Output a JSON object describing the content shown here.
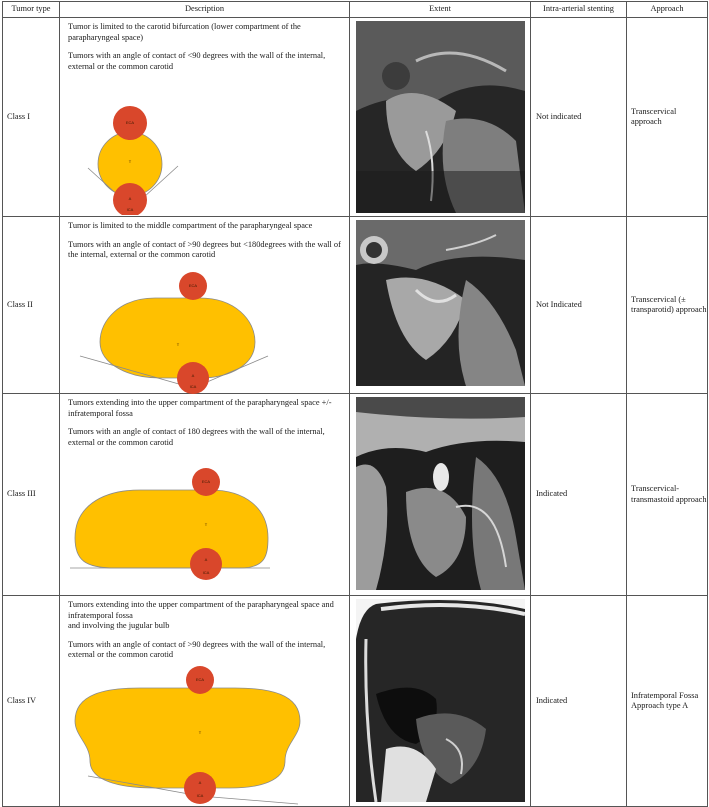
{
  "headers": {
    "tumor_type": "Tumor type",
    "description": "Description",
    "extent": "Extent",
    "stenting": "Intra-arterial stenting",
    "approach": "Approach"
  },
  "rows": [
    {
      "type": "Class I",
      "desc1": "Tumor is limited to the carotid bifurcation (lower compartment of the parapharyngeal space)",
      "desc2": "Tumors with an angle of contact of <90 degrees with the wall of the internal, external or the common carotid",
      "stenting": "Not indicated",
      "approach": "Transcervical approach"
    },
    {
      "type": "Class II",
      "desc1": "Tumor is limited to the middle compartment of the parapharyngeal space",
      "desc2": "Tumors with an angle of contact of >90 degrees but <180degrees with the wall of the internal, external or the common carotid",
      "stenting": "Not Indicated",
      "approach": "Transcervical (± transparotid) approach"
    },
    {
      "type": "Class III",
      "desc1": "Tumors extending into the upper compartment of the parapharyngeal space +/- infratemporal fossa",
      "desc2": "Tumors with an angle of contact of 180 degrees with the wall of the internal, external or the common carotid",
      "stenting": "Indicated",
      "approach": "Transcervical-transmastoid approach"
    },
    {
      "type": "Class IV",
      "desc1": "Tumors extending into the upper compartment of the parapharyngeal space and infratemporal fossa",
      "desc1b": "and involving the jugular bulb",
      "desc2": "Tumors with an angle of contact of >90 degrees with the wall of the internal, external or the common carotid",
      "stenting": "Indicated",
      "approach": "Infratemporal Fossa Approach type A"
    }
  ],
  "diagram_labels": {
    "eca": "ECA",
    "tumor": "T",
    "ica_a": "A",
    "ica": "ICA"
  },
  "colors": {
    "tumor": "#FFC000",
    "vessel": "#D9472B",
    "outline": "#8a8a8a",
    "mri_bg": "#1c1c1c"
  }
}
